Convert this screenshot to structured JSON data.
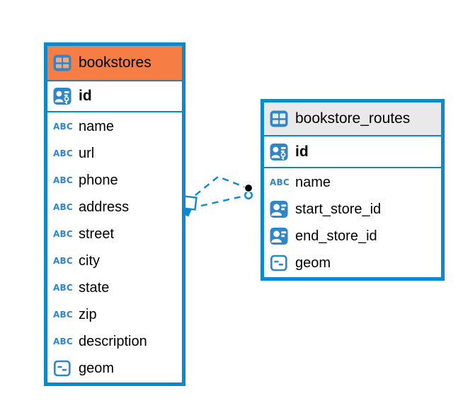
{
  "app": {
    "title": "database-er-diagram"
  },
  "colors": {
    "table_border": "#0989d0",
    "icon_blue": "#2f86c8",
    "connector": "#0989d0",
    "marker_dot": "#000000",
    "background": "#ffffff",
    "text": "#000000"
  },
  "icons": {
    "text_glyph": "ABC"
  },
  "diagram": {
    "tables": [
      {
        "name": "bookstores",
        "header_color": "#f67e44",
        "icon": "table-icon",
        "icon_cell_color": "#f4a77c",
        "primary_key": {
          "label": "id",
          "icon": "primary-key-icon"
        },
        "columns": [
          {
            "label": "name",
            "icon": "text-icon",
            "type": "text"
          },
          {
            "label": "url",
            "icon": "text-icon",
            "type": "text"
          },
          {
            "label": "phone",
            "icon": "text-icon",
            "type": "text"
          },
          {
            "label": "address",
            "icon": "text-icon",
            "type": "text"
          },
          {
            "label": "street",
            "icon": "text-icon",
            "type": "text"
          },
          {
            "label": "city",
            "icon": "text-icon",
            "type": "text"
          },
          {
            "label": "state",
            "icon": "text-icon",
            "type": "text"
          },
          {
            "label": "zip",
            "icon": "text-icon",
            "type": "text"
          },
          {
            "label": "description",
            "icon": "text-icon",
            "type": "text"
          },
          {
            "label": "geom",
            "icon": "geometry-icon",
            "type": "geometry"
          }
        ]
      },
      {
        "name": "bookstore_routes",
        "header_color": "#e9e9e9",
        "icon": "table-icon",
        "icon_cell_color": "#e2ecf4",
        "primary_key": {
          "label": "id",
          "icon": "primary-key-icon"
        },
        "columns": [
          {
            "label": "name",
            "icon": "text-icon",
            "type": "text"
          },
          {
            "label": "start_store_id",
            "icon": "reference-icon",
            "type": "reference"
          },
          {
            "label": "end_store_id",
            "icon": "reference-icon",
            "type": "reference"
          },
          {
            "label": "geom",
            "icon": "geometry-icon",
            "type": "geometry"
          }
        ]
      }
    ],
    "relationship": {
      "from_table": "bookstores",
      "to_table": "bookstore_routes",
      "line_style": "dashed",
      "line_count": 2,
      "from_marker": "overlapping-squares-marker",
      "to_marker": "dot-and-ring-marker"
    }
  }
}
